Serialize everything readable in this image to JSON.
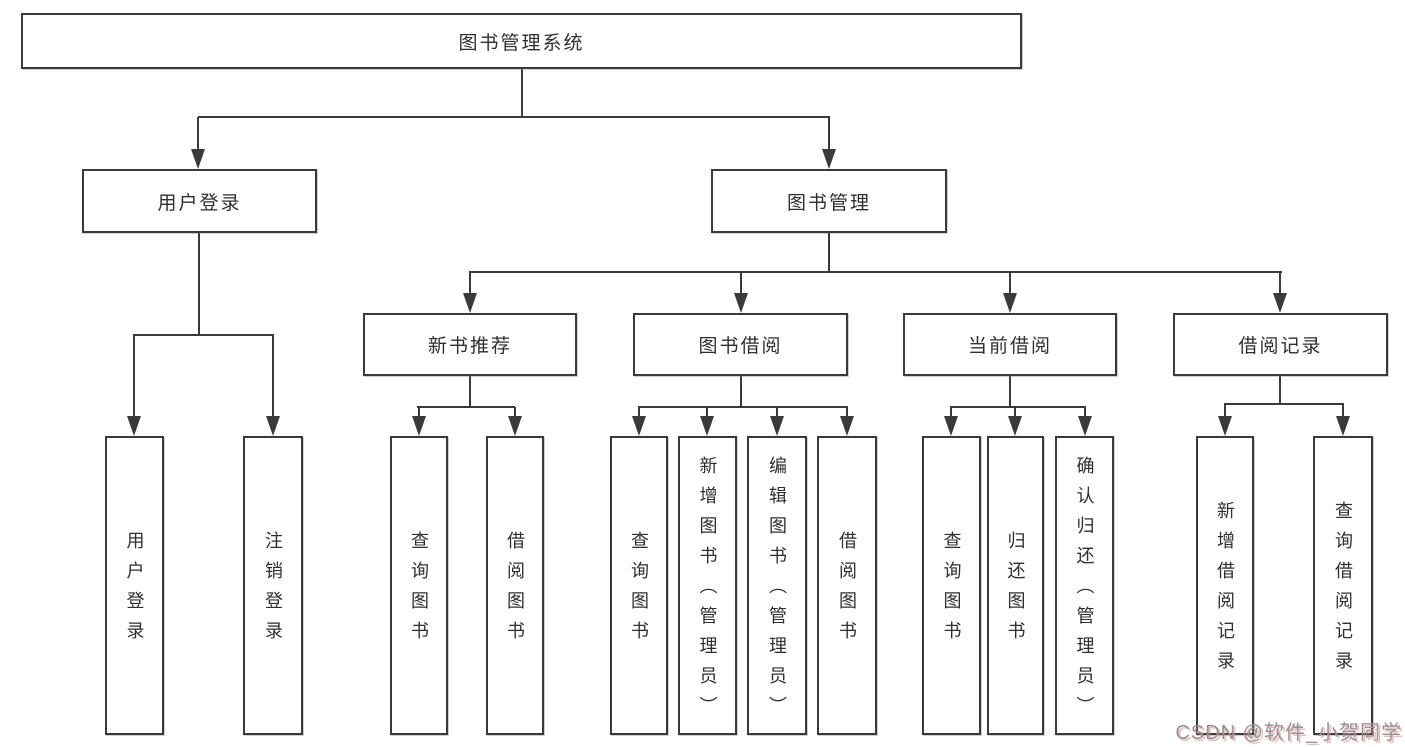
{
  "diagram": {
    "title": "图书管理系统",
    "nodes": [
      {
        "id": "root",
        "label": "图书管理系统",
        "parent": null,
        "shape": "horizontal"
      },
      {
        "id": "user-login",
        "label": "用户登录",
        "parent": "root",
        "shape": "horizontal"
      },
      {
        "id": "book-mgmt",
        "label": "图书管理",
        "parent": "root",
        "shape": "horizontal"
      },
      {
        "id": "new-book-rec",
        "label": "新书推荐",
        "parent": "book-mgmt",
        "shape": "horizontal"
      },
      {
        "id": "book-borrow",
        "label": "图书借阅",
        "parent": "book-mgmt",
        "shape": "horizontal"
      },
      {
        "id": "current-borrow",
        "label": "当前借阅",
        "parent": "book-mgmt",
        "shape": "horizontal"
      },
      {
        "id": "borrow-records",
        "label": "借阅记录",
        "parent": "book-mgmt",
        "shape": "horizontal"
      },
      {
        "id": "leaf-user-login",
        "label": "用户登录",
        "parent": "user-login",
        "shape": "vertical"
      },
      {
        "id": "leaf-logout",
        "label": "注销登录",
        "parent": "user-login",
        "shape": "vertical"
      },
      {
        "id": "leaf-nbr-query",
        "label": "查询图书",
        "parent": "new-book-rec",
        "shape": "vertical"
      },
      {
        "id": "leaf-nbr-borrow",
        "label": "借阅图书",
        "parent": "new-book-rec",
        "shape": "vertical"
      },
      {
        "id": "leaf-bb-query",
        "label": "查询图书",
        "parent": "book-borrow",
        "shape": "vertical"
      },
      {
        "id": "leaf-bb-add",
        "label": "新增图书（管理员）",
        "parent": "book-borrow",
        "shape": "vertical"
      },
      {
        "id": "leaf-bb-edit",
        "label": "编辑图书（管理员）",
        "parent": "book-borrow",
        "shape": "vertical"
      },
      {
        "id": "leaf-bb-borrow",
        "label": "借阅图书",
        "parent": "book-borrow",
        "shape": "vertical"
      },
      {
        "id": "leaf-cb-query",
        "label": "查询图书",
        "parent": "current-borrow",
        "shape": "vertical"
      },
      {
        "id": "leaf-cb-return",
        "label": "归还图书",
        "parent": "current-borrow",
        "shape": "vertical"
      },
      {
        "id": "leaf-cb-confirm",
        "label": "确认归还（管理员）",
        "parent": "current-borrow",
        "shape": "vertical"
      },
      {
        "id": "leaf-br-add",
        "label": "新增借阅记录",
        "parent": "borrow-records",
        "shape": "vertical"
      },
      {
        "id": "leaf-br-query",
        "label": "查询借阅记录",
        "parent": "borrow-records",
        "shape": "vertical"
      }
    ]
  },
  "watermark": {
    "text": "CSDN @软件_小贺同学"
  },
  "colors": {
    "line": "#3a3a3a",
    "border": "#3a3a3a",
    "text": "#2f2f2f",
    "background": "#ffffff",
    "watermark_text": "#949494",
    "watermark_shadow": "rgba(222,130,140,0.55)"
  }
}
